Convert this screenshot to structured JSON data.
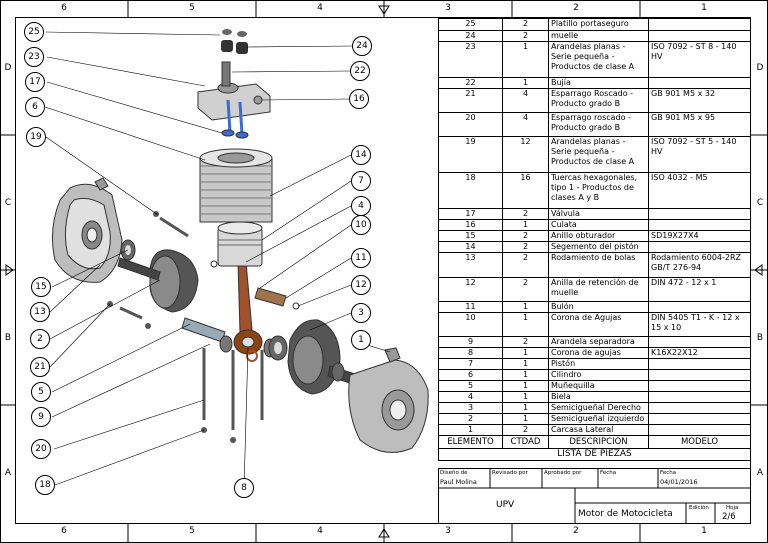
{
  "zones": {
    "top": [
      "6",
      "5",
      "4",
      "3",
      "2",
      "1"
    ],
    "bottom": [
      "6",
      "5",
      "4",
      "3",
      "2",
      "1"
    ],
    "left": [
      "D",
      "C",
      "B",
      "A"
    ],
    "right": [
      "D",
      "C",
      "B",
      "A"
    ]
  },
  "balloons": [
    "25",
    "23",
    "17",
    "6",
    "19",
    "15",
    "13",
    "2",
    "21",
    "5",
    "9",
    "20",
    "18",
    "8",
    "24",
    "22",
    "16",
    "14",
    "7",
    "4",
    "10",
    "11",
    "12",
    "3",
    "1"
  ],
  "bom": {
    "rows": [
      {
        "element": "25",
        "qty": "2",
        "description": "Platillo portaseguro",
        "model": ""
      },
      {
        "element": "24",
        "qty": "2",
        "description": "muelle",
        "model": ""
      },
      {
        "element": "23",
        "qty": "1",
        "description": "Arandelas planas - Serie pequeña - Productos de clase A",
        "model": "ISO 7092 - ST 8 - 140 HV"
      },
      {
        "element": "22",
        "qty": "1",
        "description": "Bujía",
        "model": ""
      },
      {
        "element": "21",
        "qty": "4",
        "description": "Esparrago Roscado - Producto grado B",
        "model": "GB 901 M5 x 32"
      },
      {
        "element": "20",
        "qty": "4",
        "description": "Esparrago roscado - Producto grado B",
        "model": "GB 901 M5 x 95"
      },
      {
        "element": "19",
        "qty": "12",
        "description": "Arandelas planas - Serie pequeña - Productos de clase A",
        "model": "ISO 7092 - ST 5 - 140 HV"
      },
      {
        "element": "18",
        "qty": "16",
        "description": "Tuercas hexagonales, tipo 1 - Productos de clases A y B",
        "model": "ISO 4032 - M5"
      },
      {
        "element": "17",
        "qty": "2",
        "description": "Válvula",
        "model": ""
      },
      {
        "element": "16",
        "qty": "1",
        "description": "Culata",
        "model": ""
      },
      {
        "element": "15",
        "qty": "2",
        "description": "Anillo obturador",
        "model": "SD19X27X4"
      },
      {
        "element": "14",
        "qty": "2",
        "description": "Segemento del pistón",
        "model": ""
      },
      {
        "element": "13",
        "qty": "2",
        "description": "Rodamiento de bolas",
        "model": "Rodamiento 6004-2RZ GB/T 276-94"
      },
      {
        "element": "12",
        "qty": "2",
        "description": "Anilla de retención de muelle",
        "model": "DIN 472 - 12 x 1"
      },
      {
        "element": "11",
        "qty": "1",
        "description": "Bulón",
        "model": ""
      },
      {
        "element": "10",
        "qty": "1",
        "description": "Corona de Agujas",
        "model": "DIN 5405 T1 - K - 12 x 15 x 10"
      },
      {
        "element": "9",
        "qty": "2",
        "description": "Arandela separadora",
        "model": ""
      },
      {
        "element": "8",
        "qty": "1",
        "description": "Corona de agujas",
        "model": "K16X22X12"
      },
      {
        "element": "7",
        "qty": "1",
        "description": "Pistón",
        "model": ""
      },
      {
        "element": "6",
        "qty": "1",
        "description": "Cilindro",
        "model": ""
      },
      {
        "element": "5",
        "qty": "1",
        "description": "Muñequilla",
        "model": ""
      },
      {
        "element": "4",
        "qty": "1",
        "description": "Biela",
        "model": ""
      },
      {
        "element": "3",
        "qty": "1",
        "description": "Semicigueñal Derecho",
        "model": ""
      },
      {
        "element": "2",
        "qty": "1",
        "description": "Semicigueñal izquierdo",
        "model": ""
      },
      {
        "element": "1",
        "qty": "2",
        "description": "Carcasa Lateral",
        "model": ""
      }
    ],
    "headers": {
      "element": "ELEMENTO",
      "qty": "CTDAD",
      "description": "DESCRIPCIÓN",
      "model": "MODELO"
    },
    "title": "LISTA DE PIEZAS"
  },
  "titleblock": {
    "drawn_label": "Diseño de",
    "drawn_value": "Paul Molina",
    "reviewed_label": "Revisado por",
    "approved_label": "Aprobado por",
    "date_label": "Fecha",
    "date_label2": "Fecha",
    "date_value": "04/01/2016",
    "company": "UPV",
    "drawing_title": "Motor de Motocicleta",
    "edition_label": "Edición",
    "sheet_label": "Hoja",
    "sheet_value": "2/6"
  }
}
